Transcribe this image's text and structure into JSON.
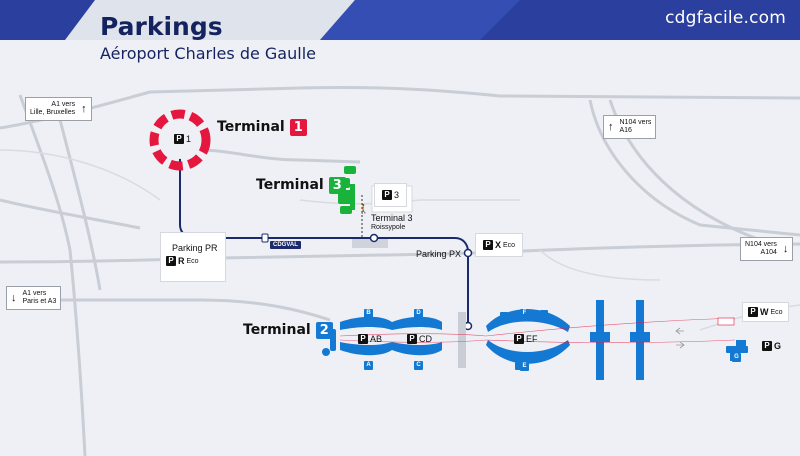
{
  "header": {
    "title": "Parkings",
    "subtitle": "Aéroport Charles de Gaulle",
    "brand": "cdgfacile.com"
  },
  "terminals": {
    "t1": {
      "label": "Terminal",
      "number": "1",
      "color": "#e5173f"
    },
    "t2": {
      "label": "Terminal",
      "number": "2",
      "color": "#1479d2"
    },
    "t3": {
      "label": "Terminal",
      "number": "3",
      "color": "#19b33c"
    }
  },
  "roads": {
    "a1_north": {
      "line1": "A1 vers",
      "line2": "Lille, Bruxelles",
      "arrow": "↑"
    },
    "a1_south": {
      "line1": "A1 vers",
      "line2": "Paris et A3",
      "arrow": "↓"
    },
    "n104_north": {
      "line1": "N104 vers",
      "line2": "A16",
      "arrow": "↑"
    },
    "n104_south": {
      "line1": "N104 vers",
      "line2": "A104",
      "arrow": "↓"
    }
  },
  "stations": {
    "parking_pr": "Parking PR",
    "terminal3": "Terminal 3",
    "roissypole": "Roissypole",
    "parking_px": "Parking PX",
    "shuttle": "CDGVAL"
  },
  "parkings": {
    "p1": {
      "letter": "P",
      "code": "1"
    },
    "p3": {
      "letter": "P",
      "code": "3"
    },
    "pr": {
      "letter": "P",
      "code": "R",
      "suffix": "Eco"
    },
    "px": {
      "letter": "P",
      "code": "X",
      "suffix": "Eco"
    },
    "pab": {
      "letter": "P",
      "code": "AB"
    },
    "pcd": {
      "letter": "P",
      "code": "CD"
    },
    "pef": {
      "letter": "P",
      "code": "EF"
    },
    "pw": {
      "letter": "P",
      "code": "W",
      "suffix": "Eco"
    },
    "pg": {
      "letter": "P",
      "code": "G"
    }
  },
  "gates": [
    "A",
    "B",
    "C",
    "D",
    "E",
    "F",
    "G"
  ],
  "colors": {
    "navy": "#14235f",
    "header_blue": "#2b3f9e",
    "map_bg": "#eef0f5",
    "route_line": "#1a2a6c",
    "red": "#e5173f",
    "blue": "#1479d2",
    "green": "#19b33c"
  }
}
